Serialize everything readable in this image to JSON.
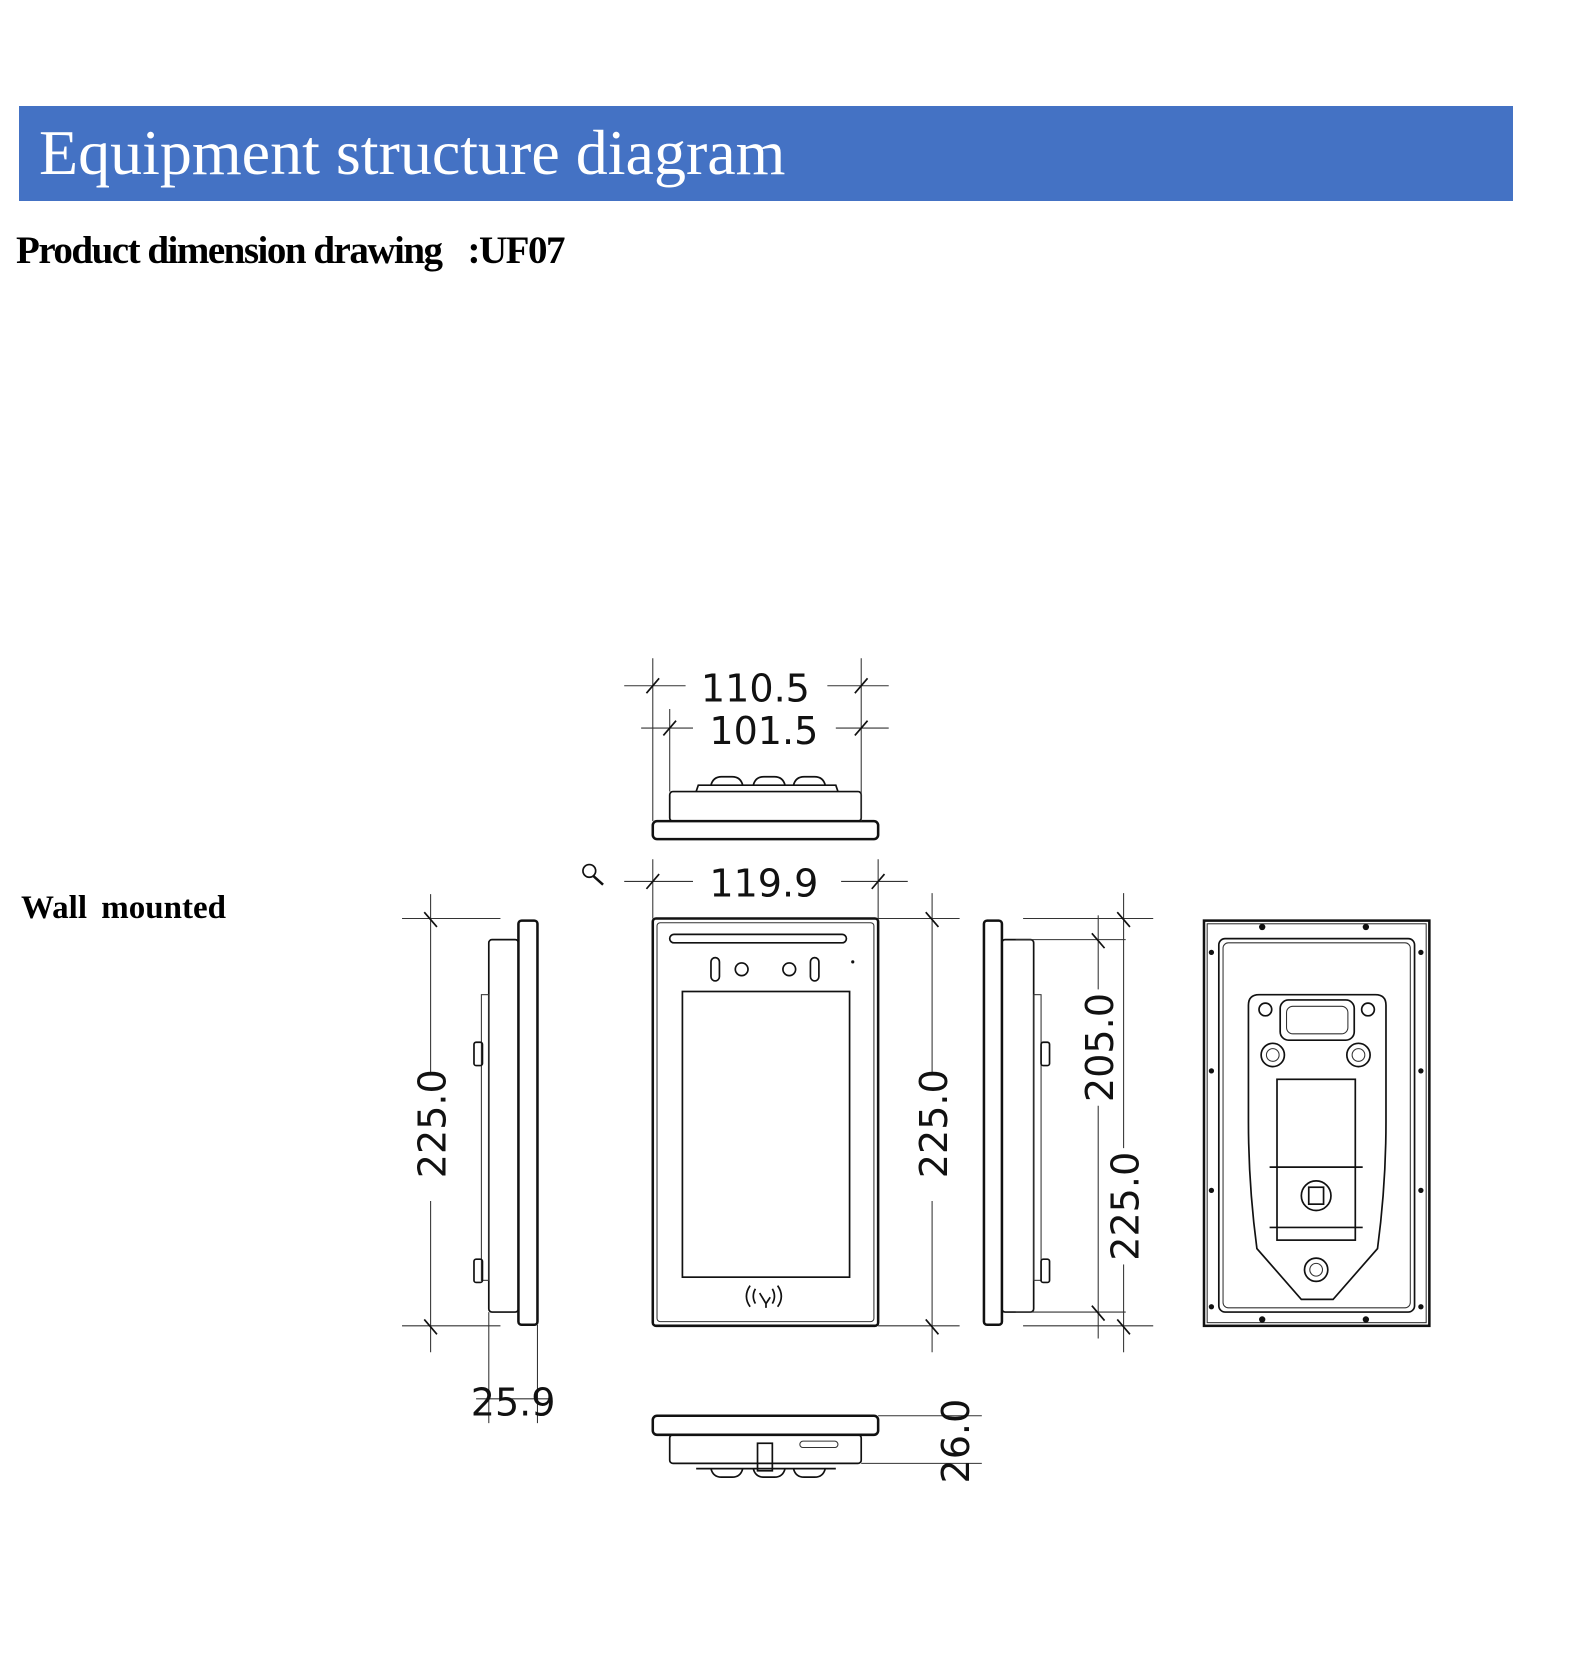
{
  "header": {
    "title": "Equipment structure diagram",
    "color": "#4472c4"
  },
  "subtitle": {
    "label": "Product dimension drawing",
    "model": ":UF07"
  },
  "mount_label": "Wall mounted",
  "dimensions": {
    "top_outer_width": "110.5",
    "top_inner_width": "101.5",
    "front_width": "119.9",
    "left_height": "225.0",
    "front_height": "225.0",
    "right_inner_height": "205.0",
    "right_outer_height": "225.0",
    "side_depth": "25.9",
    "bottom_depth": "26.0"
  }
}
